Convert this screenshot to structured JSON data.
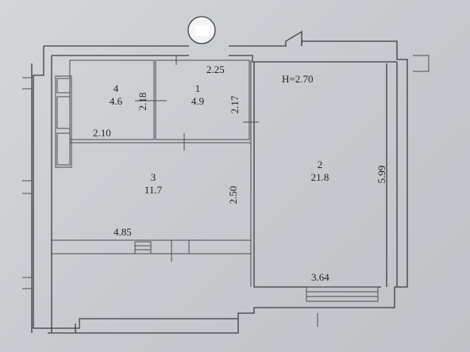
{
  "plan": {
    "height_label": "H=2.70",
    "rooms": [
      {
        "number": "1",
        "area": "4.9"
      },
      {
        "number": "2",
        "area": "21.8"
      },
      {
        "number": "3",
        "area": "11.7"
      },
      {
        "number": "4",
        "area": "4.6"
      }
    ],
    "dimensions": {
      "d_2_25": "2.25",
      "d_2_18": "2.18",
      "d_2_17": "2.17",
      "d_2_10": "2.10",
      "d_2_50": "2.50",
      "d_4_85": "4.85",
      "d_5_99": "5.99",
      "d_3_64": "3.64"
    },
    "colors": {
      "paper": "#cfd1d5",
      "lines": "#3a3d42"
    }
  }
}
